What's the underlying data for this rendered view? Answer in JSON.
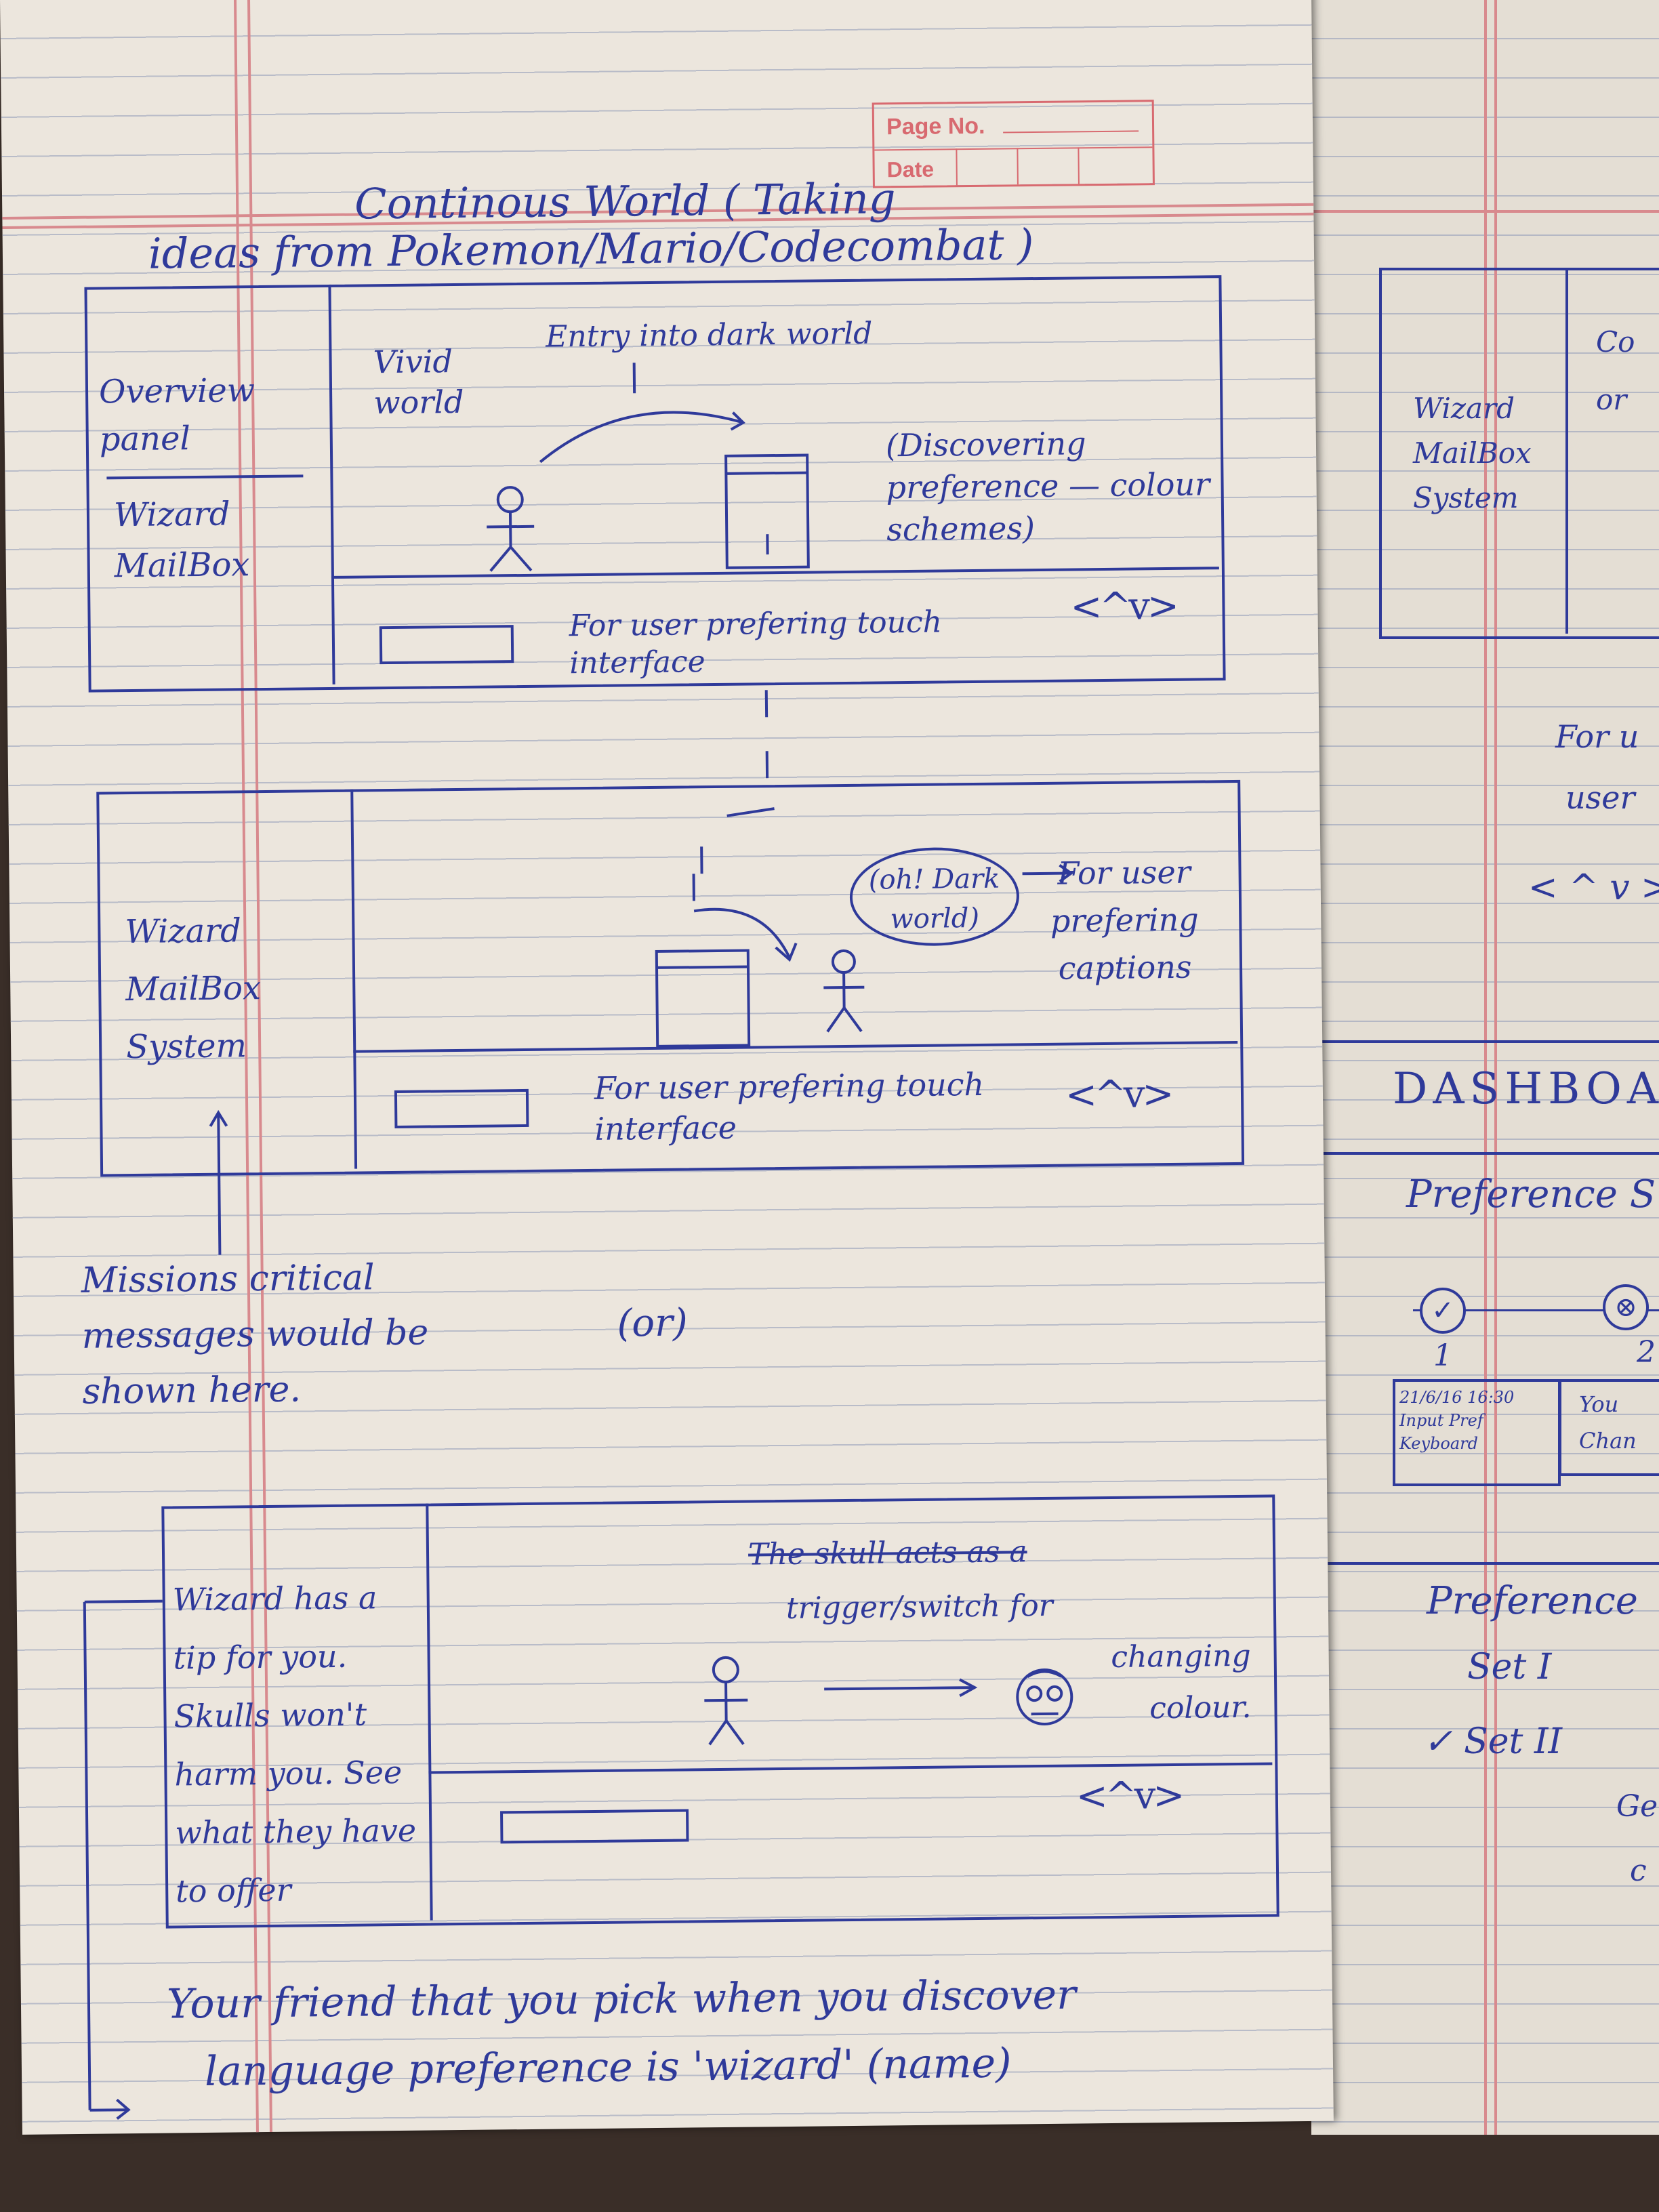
{
  "stamp": {
    "page_no": "Page No.",
    "date": "Date"
  },
  "title": {
    "line1": "Continous World ( Taking",
    "line2": "ideas from Pokemon/Mario/Codecombat )"
  },
  "sketch1": {
    "sidebar_top": "Overview panel",
    "sidebar_bottom": "Wizard MailBox",
    "vivid": "Vivid world",
    "entry": "Entry into dark world",
    "discovering": "(Discovering preference — colour schemes)",
    "touch": "For user prefering touch interface",
    "dpad": "<^v>"
  },
  "sketch2": {
    "sidebar": "Wizard MailBox System",
    "bubble": "(oh! Dark world)",
    "captions": "For user prefering captions",
    "touch": "For user prefering touch interface",
    "dpad": "<^v>",
    "note": "Missions critical messages would be shown here.",
    "or": "(or)"
  },
  "sketch3": {
    "sidebar": "Wizard has a tip for you. Skulls won't harm you. See what they have to offer",
    "strike": "The skull acts as a",
    "trigger": "trigger/switch for",
    "changing": "changing colour.",
    "dpad": "<^v>"
  },
  "footer": {
    "line1": "Your friend that you pick when you discover",
    "line2": "language preference is 'wizard' (name)"
  },
  "right_page": {
    "wizard": "Wizard MailBox System",
    "co": "Co",
    "or": "or",
    "for_u": "For u",
    "user": "user",
    "dpad": "< ^ v >",
    "dashboard": "DASHBOA",
    "pref_s": "Preference S",
    "step1": "1",
    "step2": "2",
    "card1": "21/6/16 16:30 Input Pref Keyboard",
    "card2": "You Chan",
    "pref": "Preference",
    "set1": "Set I",
    "set2": "✓ Set II",
    "ge": "Ge",
    "c": "c"
  },
  "colors": {
    "ink": "#2f3a9a",
    "margin": "#d88a8e",
    "paper": "#ece6dd"
  }
}
